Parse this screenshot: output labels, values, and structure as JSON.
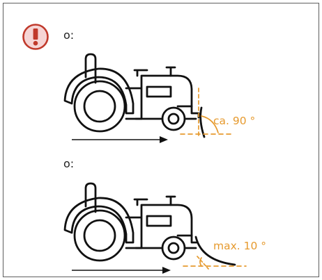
{
  "options": [
    {
      "label": "o:",
      "angle_text": "ca. 90 °"
    },
    {
      "label": "o:",
      "angle_text": "max. 10 °"
    }
  ],
  "warning": {
    "icon": "exclamation-warning-icon",
    "color": "#c0392b",
    "fill": "#f6d5d5"
  },
  "colors": {
    "outline": "#111111",
    "angle": "#e69a2e",
    "frame": "#5e5e5e"
  }
}
